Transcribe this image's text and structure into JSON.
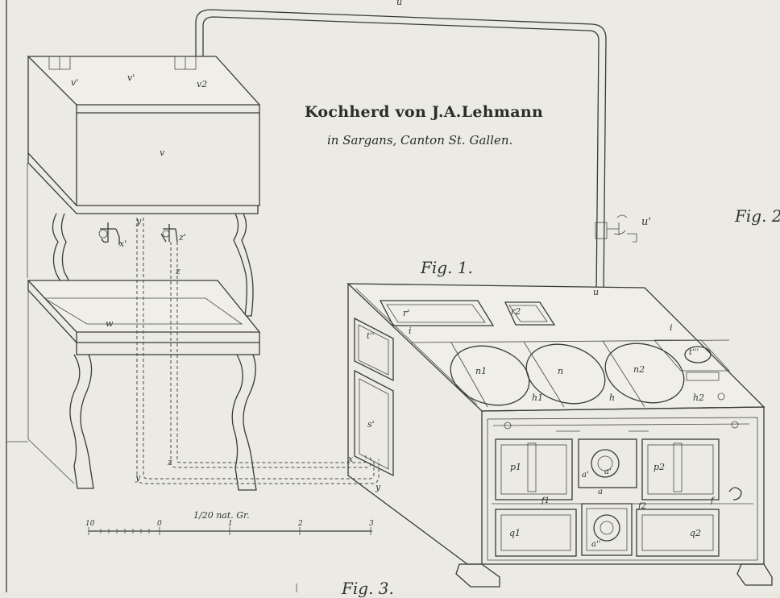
{
  "plate": {
    "title": "Kochherd von J.A.Lehmann",
    "subtitle": "in Sargans, Canton St. Gallen.",
    "fig1_label": "Fig. 1.",
    "fig2_label": "Fig. 2",
    "fig3_label": "Fig. 3.",
    "scale_caption": "1/20 nat. Gr.",
    "scale_ticks": [
      "10",
      "0",
      "1",
      "2",
      "3"
    ]
  },
  "labels": {
    "u_top": "u",
    "v1": "v'",
    "v_lid": "v'",
    "v2": "v2",
    "v": "v",
    "x1": "x'",
    "y_upper": "y",
    "z1": "z'",
    "z": "z",
    "w": "w",
    "x_low": "x",
    "z_low": "z",
    "y_low_left": "y",
    "y_low_right": "y",
    "u1": "u'",
    "u_stove": "u",
    "r1": "r'",
    "r2": "r2",
    "i_left": "i",
    "i_right": "i",
    "n1": "n1",
    "n": "n",
    "n2": "n2",
    "t3": "t'''",
    "h1": "h1",
    "h": "h",
    "h2": "h2",
    "s1": "s'",
    "t2": "t''",
    "p1": "p1",
    "p2": "p2",
    "a1": "a'",
    "a_left": "a'",
    "a_center": "a",
    "a2": "a''",
    "q1": "q1",
    "q2": "q2",
    "f1": "f1",
    "f2": "f2",
    "ff": "f"
  }
}
